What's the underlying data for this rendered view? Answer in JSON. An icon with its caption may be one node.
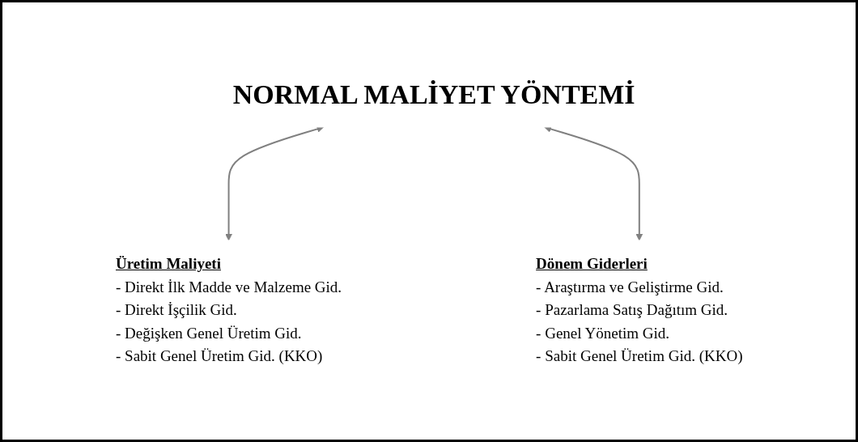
{
  "diagram": {
    "nodes": [
      {
        "text": [
          "NORMAL MALİYET YÖNTEMİ"
        ]
      },
      {
        "text": [
          "Üretim Maliyeti",
          "- Direkt İlk Madde ve Malzeme Gid.",
          "- Direkt İşçilik Gid.",
          "- Değişken Genel Üretim Gid.",
          "- Sabit Genel Üretim Gid. (KKO)"
        ]
      },
      {
        "text": [
          "Dönem Giderleri",
          "- Araştırma ve Geliştirme Gid.",
          "- Pazarlama Satış Dağıtım Gid.",
          "- Genel Yönetim Gid.",
          "- Sabit Genel Üretim Gid. (KKO)"
        ]
      }
    ],
    "edges": [
      {
        "from": 0,
        "to": 1,
        "arrow": "both"
      },
      {
        "from": 0,
        "to": 2,
        "arrow": "both"
      }
    ]
  }
}
